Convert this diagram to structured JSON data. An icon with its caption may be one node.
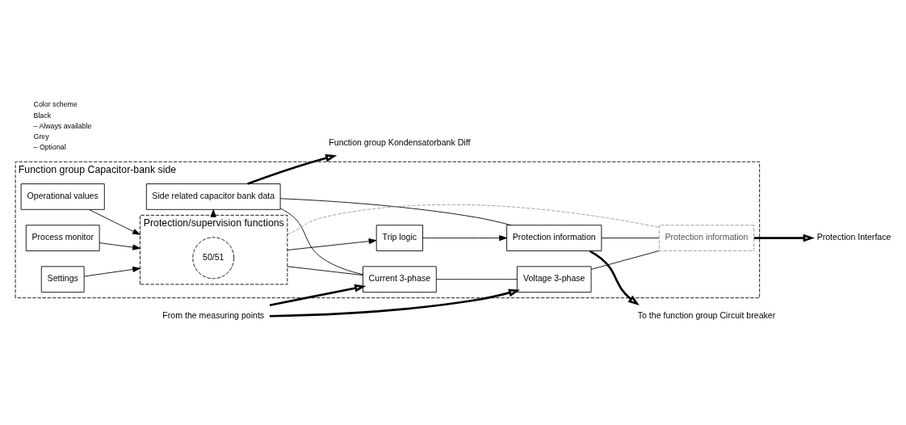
{
  "diagram": {
    "nodes": [
      {
        "text": [
          "Function group Capacitor-bank side"
        ]
      },
      {
        "text": [
          "Side related capacitor bank data"
        ],
        "in": 0
      },
      {
        "text": [
          "Current 3-phase"
        ],
        "in": 0
      },
      {
        "text": [
          "Voltage 3-phase"
        ],
        "in": 0
      },
      {
        "text": [
          "Settings"
        ],
        "in": 0
      },
      {
        "text": [
          "Operational values"
        ],
        "in": 0
      },
      {
        "text": [
          "Process monitor"
        ],
        "in": 0
      },
      {
        "text": [
          "Protection/supervision functions"
        ],
        "in": 0
      },
      {
        "text": [
          "50/51"
        ],
        "in": 7
      },
      {
        "text": [
          "Trip logic"
        ],
        "in": 0
      },
      {
        "text": [
          "Protection information"
        ],
        "in": 0
      },
      {
        "text": [
          "Protection information"
        ],
        "in": 0
      },
      {
        "text": [
          "Function group Kondensatorbank Diff"
        ]
      },
      {
        "text": [
          "From the measuring points"
        ]
      },
      {
        "text": [
          "To the function group Circuit breaker"
        ]
      },
      {
        "text": [
          "Protection Interface"
        ]
      }
    ],
    "edges": [
      {
        "from": 13,
        "to": 2,
        "arrow": "to",
        "style": "thick"
      },
      {
        "from": 13,
        "to": 3,
        "arrow": "to",
        "style": "thick"
      },
      {
        "from": 1,
        "to": 12,
        "arrow": "to",
        "style": "thick"
      },
      {
        "from": 1,
        "to": 2,
        "arrow": "none"
      },
      {
        "from": 2,
        "to": 3,
        "arrow": "none"
      },
      {
        "from": 2,
        "to": 7,
        "arrow": "none"
      },
      {
        "from": 7,
        "to": 1,
        "arrow": "to"
      },
      {
        "from": 4,
        "to": 7,
        "arrow": "to"
      },
      {
        "from": 5,
        "to": 7,
        "arrow": "to"
      },
      {
        "from": 6,
        "to": 7,
        "arrow": "to"
      },
      {
        "from": 7,
        "to": 9,
        "arrow": "to"
      },
      {
        "from": 9,
        "to": 10,
        "arrow": "to"
      },
      {
        "from": 7,
        "to": 11,
        "arrow": "none",
        "style": "dashed",
        "color": "#999999"
      },
      {
        "from": 1,
        "to": 10,
        "arrow": "none"
      },
      {
        "from": 3,
        "to": 11,
        "arrow": "none"
      },
      {
        "from": 10,
        "to": 11,
        "arrow": "none"
      },
      {
        "from": 10,
        "to": 14,
        "arrow": "to",
        "style": "thick"
      },
      {
        "from": 11,
        "to": 15,
        "arrow": "to",
        "style": "thick"
      }
    ],
    "labels": [
      "Color scheme",
      "Black",
      "– Always available",
      "Grey",
      "– Optional"
    ]
  }
}
